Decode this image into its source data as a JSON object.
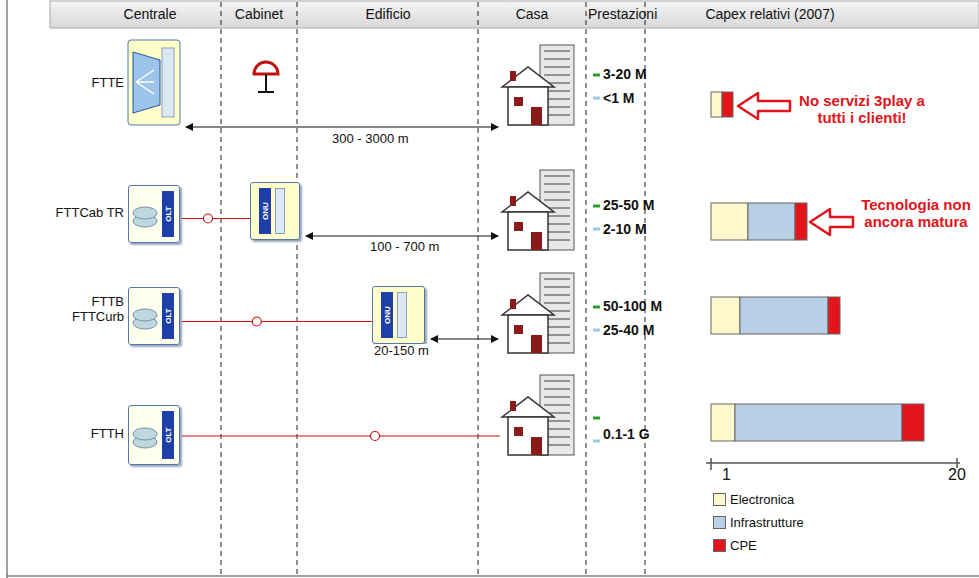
{
  "diagram": {
    "nodes": [
      {
        "text": [
          "OLT"
        ]
      },
      {
        "text": [
          "ONU"
        ]
      },
      {
        "text": [
          "OLT"
        ]
      },
      {
        "text": [
          "ONU"
        ]
      },
      {
        "text": [
          "OLT"
        ]
      }
    ],
    "edges": [
      {
        "from": 0,
        "to": 1,
        "arrow": "none"
      },
      {
        "from": 2,
        "to": 3,
        "arrow": "none"
      }
    ],
    "labels": [
      "Centrale",
      "Cabinet",
      "Edificio",
      "Casa",
      "Prestazioni",
      "Capex relativi (2007)",
      "FTTE",
      "FTTCab TR",
      "FTTB FTTCurb",
      "FTTH",
      "300 - 3000 m",
      "100 - 700 m",
      "20-150 m",
      "3-20 M",
      "<1 M",
      "25-50 M",
      "2-10 M",
      "50-100 M",
      "25-40 M",
      "0.1-1 G",
      "No servizi 3play a tutti i clienti!",
      "Tecnologia non ancora matura",
      "1",
      "20"
    ],
    "legend": [
      {
        "text": "Electronica",
        "color": "#fff8cc"
      },
      {
        "text": "Infrastrutture",
        "color": "#b9cfe6"
      },
      {
        "text": "CPE",
        "color": "#e3141b"
      }
    ]
  }
}
